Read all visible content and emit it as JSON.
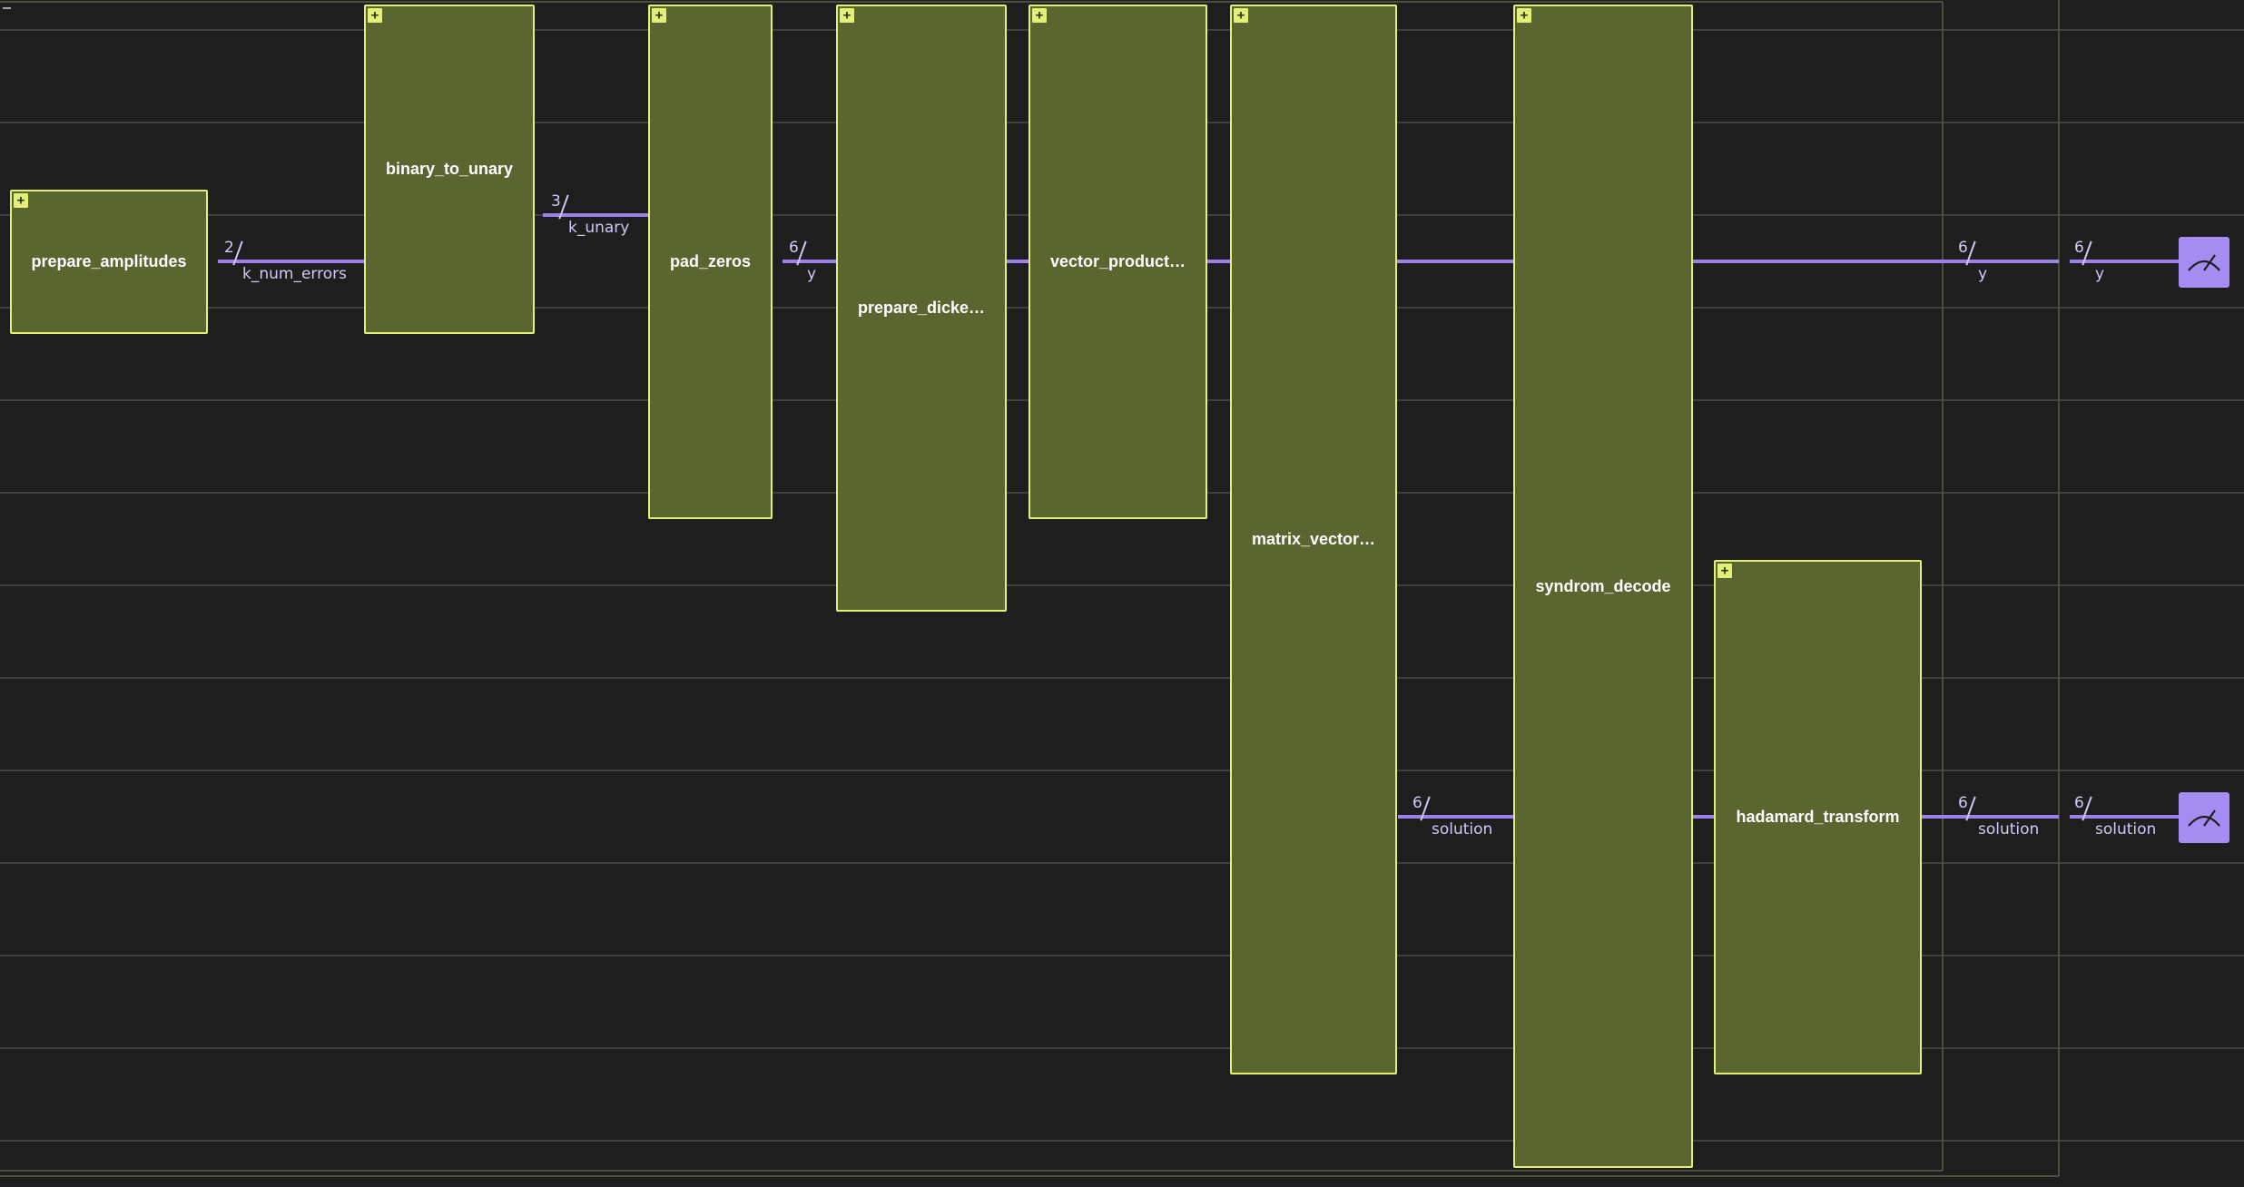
{
  "colors": {
    "background": "#1e1e1e",
    "grid_line": "#4a4a4a",
    "wire": "#9b82ea",
    "gate_fill": "#5a6530",
    "gate_border": "#e2f07a",
    "measure_fill": "#a58cf0",
    "label_text": "#d3c8f5"
  },
  "collapse_icon": "minus-icon",
  "gates": [
    {
      "id": "prepare_amplitudes",
      "label": "prepare_amplitudes",
      "expand_icon": "plus-icon"
    },
    {
      "id": "binary_to_unary",
      "label": "binary_to_unary",
      "expand_icon": "plus-icon"
    },
    {
      "id": "pad_zeros",
      "label": "pad_zeros",
      "expand_icon": "plus-icon"
    },
    {
      "id": "prepare_dicke",
      "label": "prepare_dicke…",
      "expand_icon": "plus-icon"
    },
    {
      "id": "vector_product",
      "label": "vector_product…",
      "expand_icon": "plus-icon"
    },
    {
      "id": "matrix_vector",
      "label": "matrix_vector…",
      "expand_icon": "plus-icon"
    },
    {
      "id": "syndrom_decode",
      "label": "syndrom_decode",
      "expand_icon": "plus-icon"
    },
    {
      "id": "hadamard_transform",
      "label": "hadamard_transform",
      "expand_icon": "plus-icon"
    }
  ],
  "wire_labels": [
    {
      "id": "k_num_errors",
      "size": "2",
      "name": "k_num_errors"
    },
    {
      "id": "k_unary",
      "size": "3",
      "name": "k_unary"
    },
    {
      "id": "y_pad",
      "size": "6",
      "name": "y"
    },
    {
      "id": "y_out1",
      "size": "6",
      "name": "y"
    },
    {
      "id": "y_out2",
      "size": "6",
      "name": "y"
    },
    {
      "id": "solution_mv",
      "size": "6",
      "name": "solution"
    },
    {
      "id": "solution_out1",
      "size": "6",
      "name": "solution"
    },
    {
      "id": "solution_out2",
      "size": "6",
      "name": "solution"
    }
  ],
  "measurements": [
    {
      "id": "measure_y",
      "icon": "meter-icon"
    },
    {
      "id": "measure_solution",
      "icon": "meter-icon"
    }
  ]
}
